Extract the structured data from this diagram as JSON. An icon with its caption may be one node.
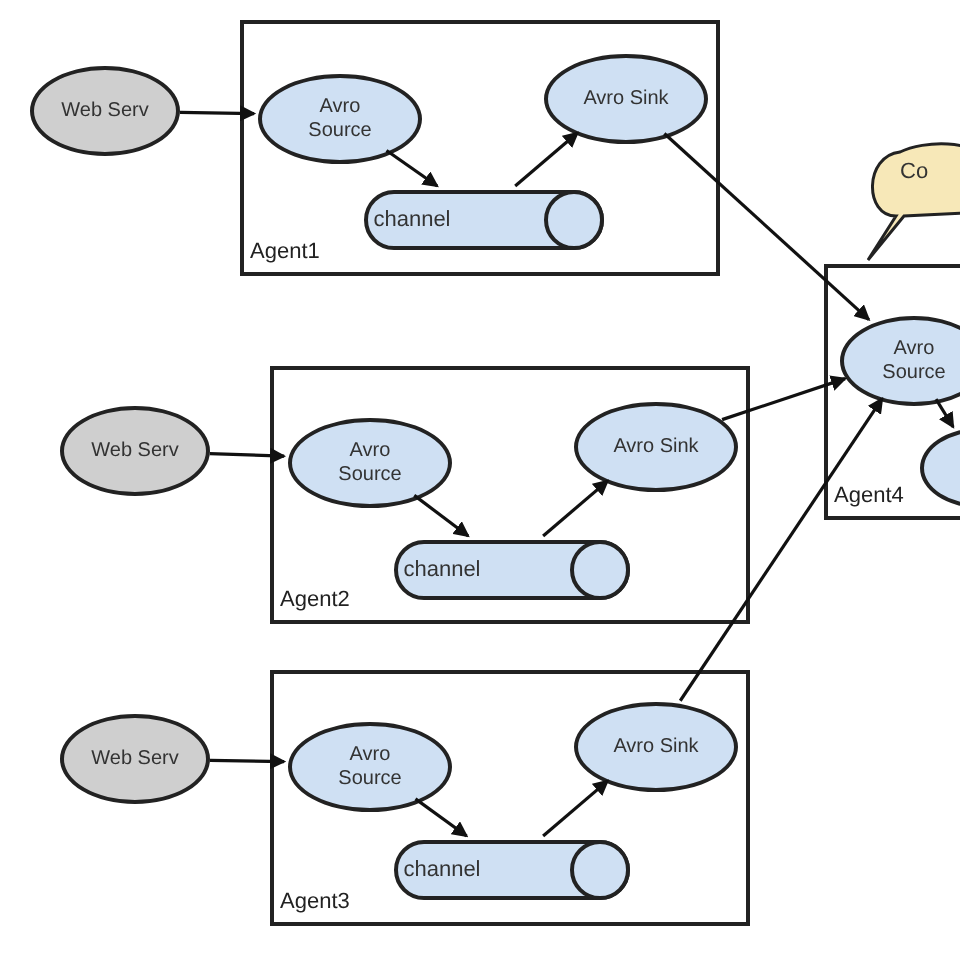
{
  "diagram": {
    "nodes": [
      {
        "text": [
          "Web Serv"
        ]
      },
      {
        "text": [
          "Agent1"
        ]
      },
      {
        "text": [
          "Avro Source"
        ],
        "in": 1
      },
      {
        "text": [
          "Avro Sink"
        ],
        "in": 1
      },
      {
        "text": [
          "channel"
        ],
        "in": 1
      },
      {
        "text": [
          "Co"
        ]
      },
      {
        "text": [
          "Agent4"
        ]
      },
      {
        "text": [
          "Avro Source"
        ],
        "in": 6
      },
      {
        "text": [],
        "shape": "circle",
        "in": 6
      },
      {
        "text": [
          "Web Serv"
        ]
      },
      {
        "text": [
          "Agent2"
        ]
      },
      {
        "text": [
          "Avro Source"
        ],
        "in": 10
      },
      {
        "text": [
          "Avro Sink"
        ],
        "in": 10
      },
      {
        "text": [
          "channel"
        ],
        "in": 10
      },
      {
        "text": [
          "Web Serv"
        ]
      },
      {
        "text": [
          "Agent3"
        ]
      },
      {
        "text": [
          "Avro Source"
        ],
        "in": 15
      },
      {
        "text": [
          "Avro Sink"
        ],
        "in": 15
      },
      {
        "text": [
          "channel"
        ],
        "in": 15
      }
    ],
    "edges": [
      {
        "from": 0,
        "to": 2,
        "arrow": "to"
      },
      {
        "from": 2,
        "to": 4,
        "arrow": "to"
      },
      {
        "from": 4,
        "to": 3,
        "arrow": "to"
      },
      {
        "from": 3,
        "to": 7,
        "arrow": "to"
      },
      {
        "from": 9,
        "to": 11,
        "arrow": "to"
      },
      {
        "from": 11,
        "to": 13,
        "arrow": "to"
      },
      {
        "from": 13,
        "to": 12,
        "arrow": "to"
      },
      {
        "from": 12,
        "to": 7,
        "arrow": "to"
      },
      {
        "from": 14,
        "to": 16,
        "arrow": "to"
      },
      {
        "from": 16,
        "to": 18,
        "arrow": "to"
      },
      {
        "from": 18,
        "to": 17,
        "arrow": "to"
      },
      {
        "from": 17,
        "to": 7,
        "arrow": "to"
      },
      {
        "from": 7,
        "to": 8,
        "arrow": "to"
      }
    ]
  }
}
